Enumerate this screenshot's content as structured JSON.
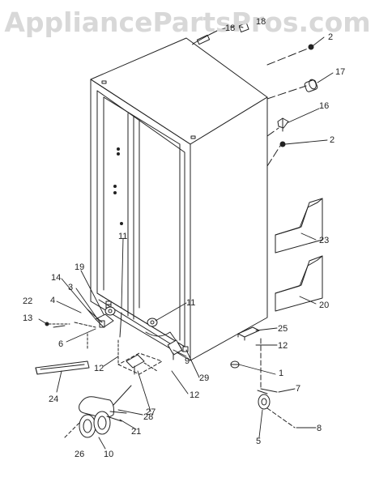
{
  "watermark": "AppliancePartsPros.com",
  "colors": {
    "line": "#222222",
    "watermark": "#d8d8d8",
    "background": "#ffffff"
  },
  "callouts": [
    "18",
    "18",
    "2",
    "17",
    "16",
    "2",
    "23",
    "20",
    "25",
    "12",
    "1",
    "7",
    "8",
    "5",
    "19",
    "14",
    "3",
    "4",
    "22",
    "13",
    "6",
    "12",
    "11",
    "11",
    "9",
    "29",
    "12",
    "27",
    "24",
    "28",
    "21",
    "10",
    "26"
  ]
}
